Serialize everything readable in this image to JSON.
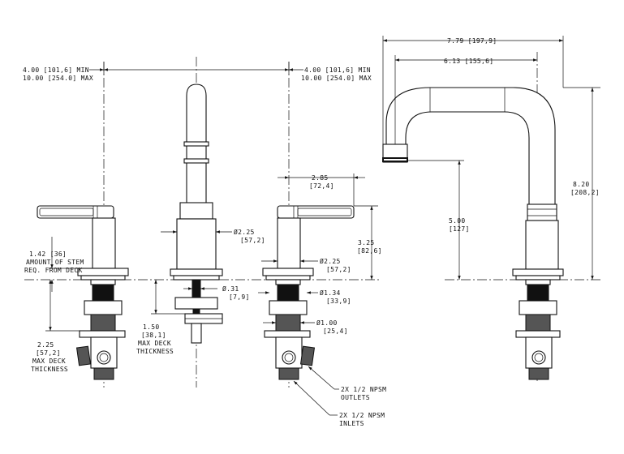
{
  "dimensions": {
    "left_spacing_min": "4.00 [101,6] MIN",
    "left_spacing_max": "10.00 [254.0] MAX",
    "right_spacing_min": "4.00 [101,6] MIN",
    "right_spacing_max": "10.00 [254.0] MAX",
    "overall_width": "7.79 [197,9]",
    "spout_reach": "6.13 [155,6]",
    "handle_reach_1": "2.85",
    "handle_reach_2": "[72,4]",
    "overall_height_1": "8.20",
    "overall_height_2": "[208,2]",
    "spout_height_1": "5.00",
    "spout_height_2": "[127]",
    "handle_height_1": "3.25",
    "handle_height_2": "[82,6]",
    "spout_base_dia_1": "Ø2.25",
    "spout_base_dia_2": "[57,2]",
    "handle_base_dia_1": "Ø2.25",
    "handle_base_dia_2": "[57,2]",
    "stem_amount_1": "1.42 [36]",
    "stem_amount_2": "AMOUNT OF STEM",
    "stem_amount_3": "REQ. FROM DECK",
    "max_deck_left_1": "2.25",
    "max_deck_left_2": "[57,2]",
    "max_deck_left_3": "MAX DECK",
    "max_deck_left_4": "THICKNESS",
    "shank_dia_1": "Ø.31",
    "shank_dia_2": "[7,9]",
    "max_deck_mid_1": "1.50",
    "max_deck_mid_2": "[38,1]",
    "max_deck_mid_3": "MAX DECK",
    "max_deck_mid_4": "THICKNESS",
    "valve_dia_1": "Ø1.34",
    "valve_dia_2": "[33,9]",
    "valve_dia_3": "Ø1.00",
    "valve_dia_4": "[25,4]",
    "outlets_1": "2X 1/2 NPSM",
    "outlets_2": "OUTLETS",
    "inlets_1": "2X 1/2 NPSM",
    "inlets_2": "INLETS"
  }
}
